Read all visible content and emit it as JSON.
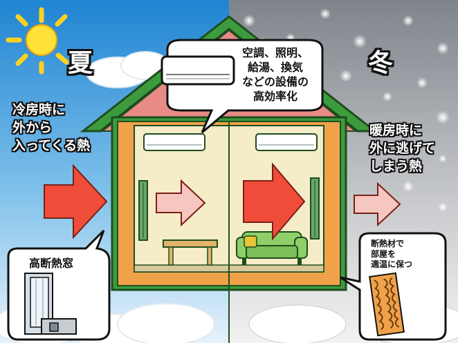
{
  "labels": {
    "summer": "夏",
    "winter": "冬",
    "summer_heat": "冷房時に\n外から\n入ってくる熱",
    "winter_heat": "暖房時に\n外に逃げて\nしまう熱",
    "appliances": "空調、照明、\n給湯、換気\nなどの設備の\n高効率化",
    "window": "高断熱窓",
    "insulation": "断熱材で\n部屋を\n適温に保つ"
  },
  "colors": {
    "summer_sky": "#2b8fd6",
    "winter_sky": "#8a8f96",
    "roof": "#e88a86",
    "roof_border": "#3d9b3d",
    "wall_orange": "#f0a24a",
    "interior": "#f5ecc8",
    "arrow_red": "#ef4d3a",
    "arrow_pink": "#f6c6c0",
    "sofa": "#8fcf6a",
    "table": "#e2b36a"
  },
  "icons": [
    "sun-icon",
    "air-conditioner-icon",
    "window-icon",
    "insulation-icon",
    "sofa-icon",
    "table-icon",
    "snowflake-icon"
  ]
}
